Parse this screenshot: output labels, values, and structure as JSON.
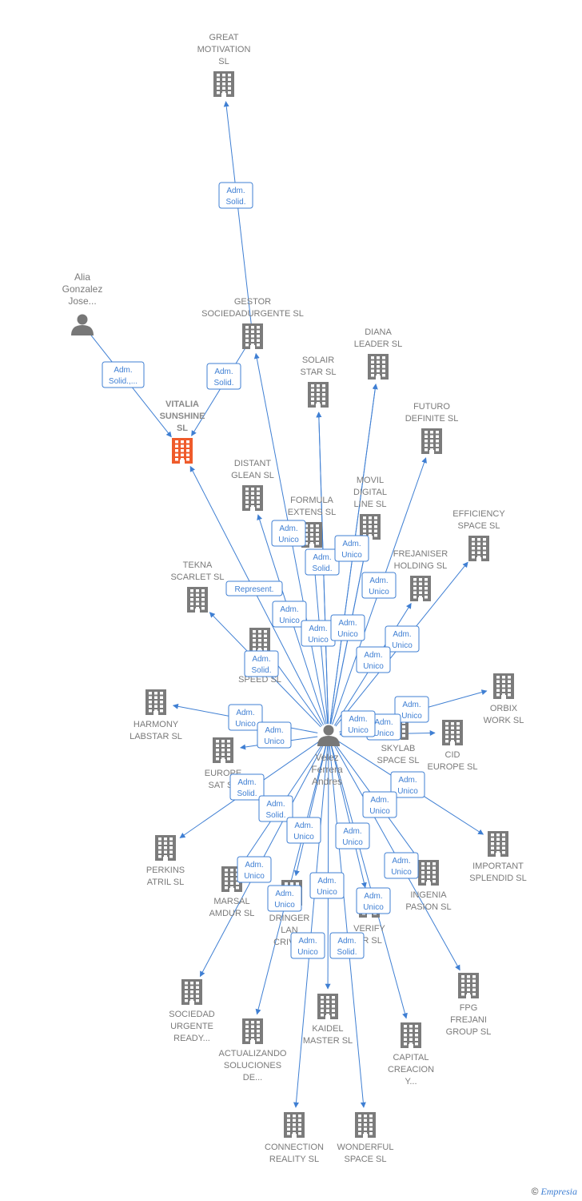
{
  "colors": {
    "edge": "#3f7fd3",
    "company": "#7b7b7b",
    "highlight": "#ef5b2b",
    "person": "#777777"
  },
  "nodes": [
    {
      "id": "great",
      "kind": "company",
      "label": [
        "GREAT",
        "MOTIVATION",
        "SL"
      ]
    },
    {
      "id": "gestor",
      "kind": "company",
      "label": [
        "GESTOR",
        "SOCIEDADURGENTE SL"
      ]
    },
    {
      "id": "alia",
      "kind": "person",
      "label": [
        "Alia",
        "Gonzalez",
        "Jose..."
      ]
    },
    {
      "id": "vitalia",
      "kind": "main",
      "label": [
        "VITALIA",
        "SUNSHINE",
        "SL"
      ]
    },
    {
      "id": "diana",
      "kind": "company",
      "label": [
        "DIANA",
        "LEADER SL"
      ]
    },
    {
      "id": "solair",
      "kind": "company",
      "label": [
        "SOLAIR",
        "STAR SL"
      ]
    },
    {
      "id": "futuro",
      "kind": "company",
      "label": [
        "FUTURO",
        "DEFINITE SL"
      ]
    },
    {
      "id": "distant",
      "kind": "company",
      "label": [
        "DISTANT",
        "GLEAN SL"
      ]
    },
    {
      "id": "formula",
      "kind": "company",
      "label": [
        "FORMULA",
        "EXTENS SL"
      ]
    },
    {
      "id": "movil",
      "kind": "company",
      "label": [
        "MOVIL",
        "DIGITAL",
        "LINE SL"
      ]
    },
    {
      "id": "efficiency",
      "kind": "company",
      "label": [
        "EFFICIENCY",
        "SPACE SL"
      ]
    },
    {
      "id": "frejaniser",
      "kind": "company",
      "label": [
        "FREJANISER",
        "HOLDING SL"
      ]
    },
    {
      "id": "tekna",
      "kind": "company",
      "label": [
        "TEKNA",
        "SCARLET SL"
      ]
    },
    {
      "id": "speed",
      "kind": "company",
      "label": [
        "SPEED SL"
      ]
    },
    {
      "id": "harmony",
      "kind": "company",
      "label": [
        "HARMONY",
        "LABSTAR SL"
      ]
    },
    {
      "id": "orbix",
      "kind": "company",
      "label": [
        "ORBIX",
        "WORK SL"
      ]
    },
    {
      "id": "skylab",
      "kind": "company",
      "label": [
        "SKYLAB",
        "SPACE SL"
      ]
    },
    {
      "id": "cid",
      "kind": "company",
      "label": [
        "CID",
        "EUROPE SL"
      ]
    },
    {
      "id": "europe",
      "kind": "company",
      "label": [
        "EUROPE",
        "SAT SL"
      ]
    },
    {
      "id": "velez",
      "kind": "person",
      "label": [
        "Velez",
        "Ferrera",
        "Andres"
      ]
    },
    {
      "id": "perkins",
      "kind": "company",
      "label": [
        "PERKINS",
        "ATRIL SL"
      ]
    },
    {
      "id": "important",
      "kind": "company",
      "label": [
        "IMPORTANT",
        "SPLENDID SL"
      ]
    },
    {
      "id": "marsal",
      "kind": "company",
      "label": [
        "MARSAL",
        "AMDUR SL"
      ]
    },
    {
      "id": "dringer",
      "kind": "company",
      "label": [
        "DRINGER",
        "LAN",
        "CRIVEL"
      ]
    },
    {
      "id": "verify",
      "kind": "company",
      "label": [
        "VERIFY",
        "ER SL"
      ]
    },
    {
      "id": "ingenia",
      "kind": "company",
      "label": [
        "INGENIA",
        "PASION SL"
      ]
    },
    {
      "id": "fpg",
      "kind": "company",
      "label": [
        "FPG",
        "FREJANI",
        "GROUP SL"
      ]
    },
    {
      "id": "sociedad",
      "kind": "company",
      "label": [
        "SOCIEDAD",
        "URGENTE",
        "READY..."
      ]
    },
    {
      "id": "kaidel",
      "kind": "company",
      "label": [
        "KAIDEL",
        "MASTER SL"
      ]
    },
    {
      "id": "actualizando",
      "kind": "company",
      "label": [
        "ACTUALIZANDO",
        "SOLUCIONES",
        "DE..."
      ]
    },
    {
      "id": "capital",
      "kind": "company",
      "label": [
        "CAPITAL",
        "CREACION",
        "Y..."
      ]
    },
    {
      "id": "connection",
      "kind": "company",
      "label": [
        "CONNECTION",
        "REALITY SL"
      ]
    },
    {
      "id": "wonderful",
      "kind": "company",
      "label": [
        "WONDERFUL",
        "SPACE SL"
      ]
    }
  ],
  "edges": [
    {
      "from": "gestor",
      "to": "great",
      "label": [
        "Adm.",
        "Solid."
      ]
    },
    {
      "from": "alia",
      "to": "vitalia",
      "label": [
        "Adm.",
        "Solid.,..."
      ]
    },
    {
      "from": "gestor",
      "to": "vitalia",
      "label": [
        "Adm.",
        "Solid."
      ]
    },
    {
      "from": "velez",
      "to": "vitalia",
      "label": [
        "Represent."
      ]
    },
    {
      "from": "velez",
      "to": "gestor",
      "label": []
    },
    {
      "from": "velez",
      "to": "solair",
      "label": []
    },
    {
      "from": "velez",
      "to": "diana",
      "label": []
    },
    {
      "from": "velez",
      "to": "futuro",
      "label": []
    },
    {
      "from": "velez",
      "to": "distant",
      "label": [
        "Adm.",
        "Unico"
      ]
    },
    {
      "from": "velez",
      "to": "formula",
      "label": [
        "Adm.",
        "Solid."
      ]
    },
    {
      "from": "velez",
      "to": "movil",
      "label": [
        "Adm.",
        "Unico"
      ]
    },
    {
      "from": "velez",
      "to": "frejaniser",
      "label": [
        "Adm.",
        "Unico"
      ]
    },
    {
      "from": "velez",
      "to": "efficiency",
      "label": [
        "Adm.",
        "Unico"
      ]
    },
    {
      "from": "velez",
      "to": "tekna",
      "label": [
        "Adm.",
        "Solid."
      ]
    },
    {
      "from": "velez",
      "to": "speed",
      "label": [
        "Adm.",
        "Unico"
      ]
    },
    {
      "from": "velez",
      "to": "harmony",
      "label": [
        "Adm.",
        "Unico"
      ]
    },
    {
      "from": "velez",
      "to": "europe",
      "label": [
        "Adm.",
        "Unico"
      ]
    },
    {
      "from": "velez",
      "to": "orbix",
      "label": [
        "Adm.",
        "Unico"
      ]
    },
    {
      "from": "velez",
      "to": "skylab",
      "label": [
        "Adm.",
        "Unico"
      ]
    },
    {
      "from": "velez",
      "to": "important",
      "label": [
        "Adm.",
        "Unico"
      ]
    },
    {
      "from": "velez",
      "to": "perkins",
      "label": [
        "Adm.",
        "Solid."
      ]
    },
    {
      "from": "velez",
      "to": "marsal",
      "label": [
        "Adm.",
        "Solid."
      ]
    },
    {
      "from": "velez",
      "to": "dringer",
      "label": [
        "Adm.",
        "Unico"
      ]
    },
    {
      "from": "velez",
      "to": "verify",
      "label": [
        "Adm.",
        "Unico"
      ]
    },
    {
      "from": "velez",
      "to": "ingenia",
      "label": [
        "Adm.",
        "Unico"
      ]
    },
    {
      "from": "velez",
      "to": "fpg",
      "label": [
        "Adm.",
        "Unico"
      ]
    },
    {
      "from": "velez",
      "to": "sociedad",
      "label": [
        "Adm.",
        "Unico"
      ]
    },
    {
      "from": "velez",
      "to": "kaidel",
      "label": [
        "Adm.",
        "Unico"
      ]
    },
    {
      "from": "velez",
      "to": "actualizando",
      "label": [
        "Adm.",
        "Unico"
      ]
    },
    {
      "from": "velez",
      "to": "capital",
      "label": [
        "Adm.",
        "Unico"
      ]
    },
    {
      "from": "velez",
      "to": "connection",
      "label": [
        "Adm.",
        "Unico"
      ]
    },
    {
      "from": "velez",
      "to": "wonderful",
      "label": [
        "Adm.",
        "Solid."
      ]
    },
    {
      "from": "velez",
      "to": "cid",
      "label": [
        "Adm.",
        "Unico"
      ]
    },
    {
      "from": "velez",
      "to": "movil",
      "label": [
        "Adm.",
        "Unico"
      ]
    },
    {
      "from": "velez",
      "to": "solair",
      "label": [
        "Adm.",
        "Unico"
      ]
    },
    {
      "from": "velez",
      "to": "diana",
      "label": [
        "Adm.",
        "Unico"
      ]
    }
  ],
  "footer": {
    "copyright": "©",
    "brand": "Empresia"
  }
}
